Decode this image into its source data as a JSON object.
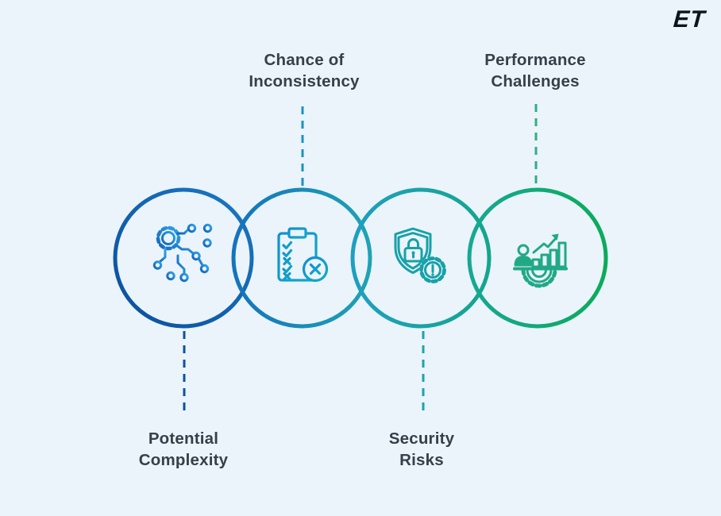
{
  "logo": {
    "text": "ET"
  },
  "items": [
    {
      "id": "potential-complexity",
      "line1": "Potential",
      "line2": "Complexity",
      "icon": "circuit-gear-icon",
      "label_position": "bottom"
    },
    {
      "id": "chance-of-inconsistency",
      "line1": "Chance of",
      "line2": "Inconsistency",
      "icon": "checklist-error-icon",
      "label_position": "top"
    },
    {
      "id": "security-risks",
      "line1": "Security",
      "line2": "Risks",
      "icon": "shield-lock-warning-icon",
      "label_position": "bottom"
    },
    {
      "id": "performance-challenges",
      "line1": "Performance",
      "line2": "Challenges",
      "icon": "person-growth-gear-icon",
      "label_position": "top"
    }
  ],
  "colors": {
    "background": "#ebf4fa",
    "label_text": "#36404b",
    "logo_text": "#0c141f",
    "circle1_a": "#0c4e9c",
    "circle1_b": "#1a78c4",
    "circle2_a": "#1473bd",
    "circle2_b": "#1ea3b4",
    "circle3_a": "#1f9fc0",
    "circle3_b": "#14a68c",
    "circle4_a": "#16a894",
    "circle4_b": "#0caa5b",
    "icon1_a": "#1464b8",
    "icon1_b": "#2ea4ea",
    "icon2_a": "#0f90d2",
    "icon2_b": "#16a8c6",
    "icon3": "#17a1a8",
    "icon4": "#21a987",
    "connector1": "#11519f",
    "connector2": "#1b93c4",
    "connector3": "#1ba4ad",
    "connector4": "#33ad86"
  }
}
